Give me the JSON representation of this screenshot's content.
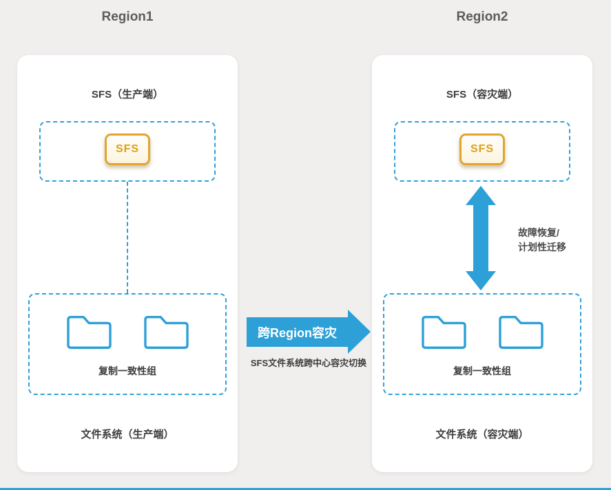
{
  "page": {
    "region1_title": "Region1",
    "region2_title": "Region2"
  },
  "region1": {
    "top_label": "SFS（生产端）",
    "sfs_icon_label": "SFS",
    "group_label": "复制一致性组",
    "bottom_label": "文件系统（生产端）"
  },
  "region2": {
    "top_label": "SFS（容灾端）",
    "sfs_icon_label": "SFS",
    "group_label": "复制一致性组",
    "bottom_label": "文件系统（容灾端）",
    "failover_line1": "故障恢复/",
    "failover_line2": "计划性迁移"
  },
  "center_arrow": {
    "label": "跨Region容灾",
    "sublabel": "SFS文件系统跨中心容灾切换"
  },
  "icons": {
    "folder": "folder-icon",
    "failover_arrow": "vertical-double-arrow-icon"
  },
  "colors": {
    "accent_blue": "#2DA0D8",
    "gold_border": "#E2A42D",
    "text_dark": "#3C3C3C",
    "background": "#F1EFEE"
  }
}
